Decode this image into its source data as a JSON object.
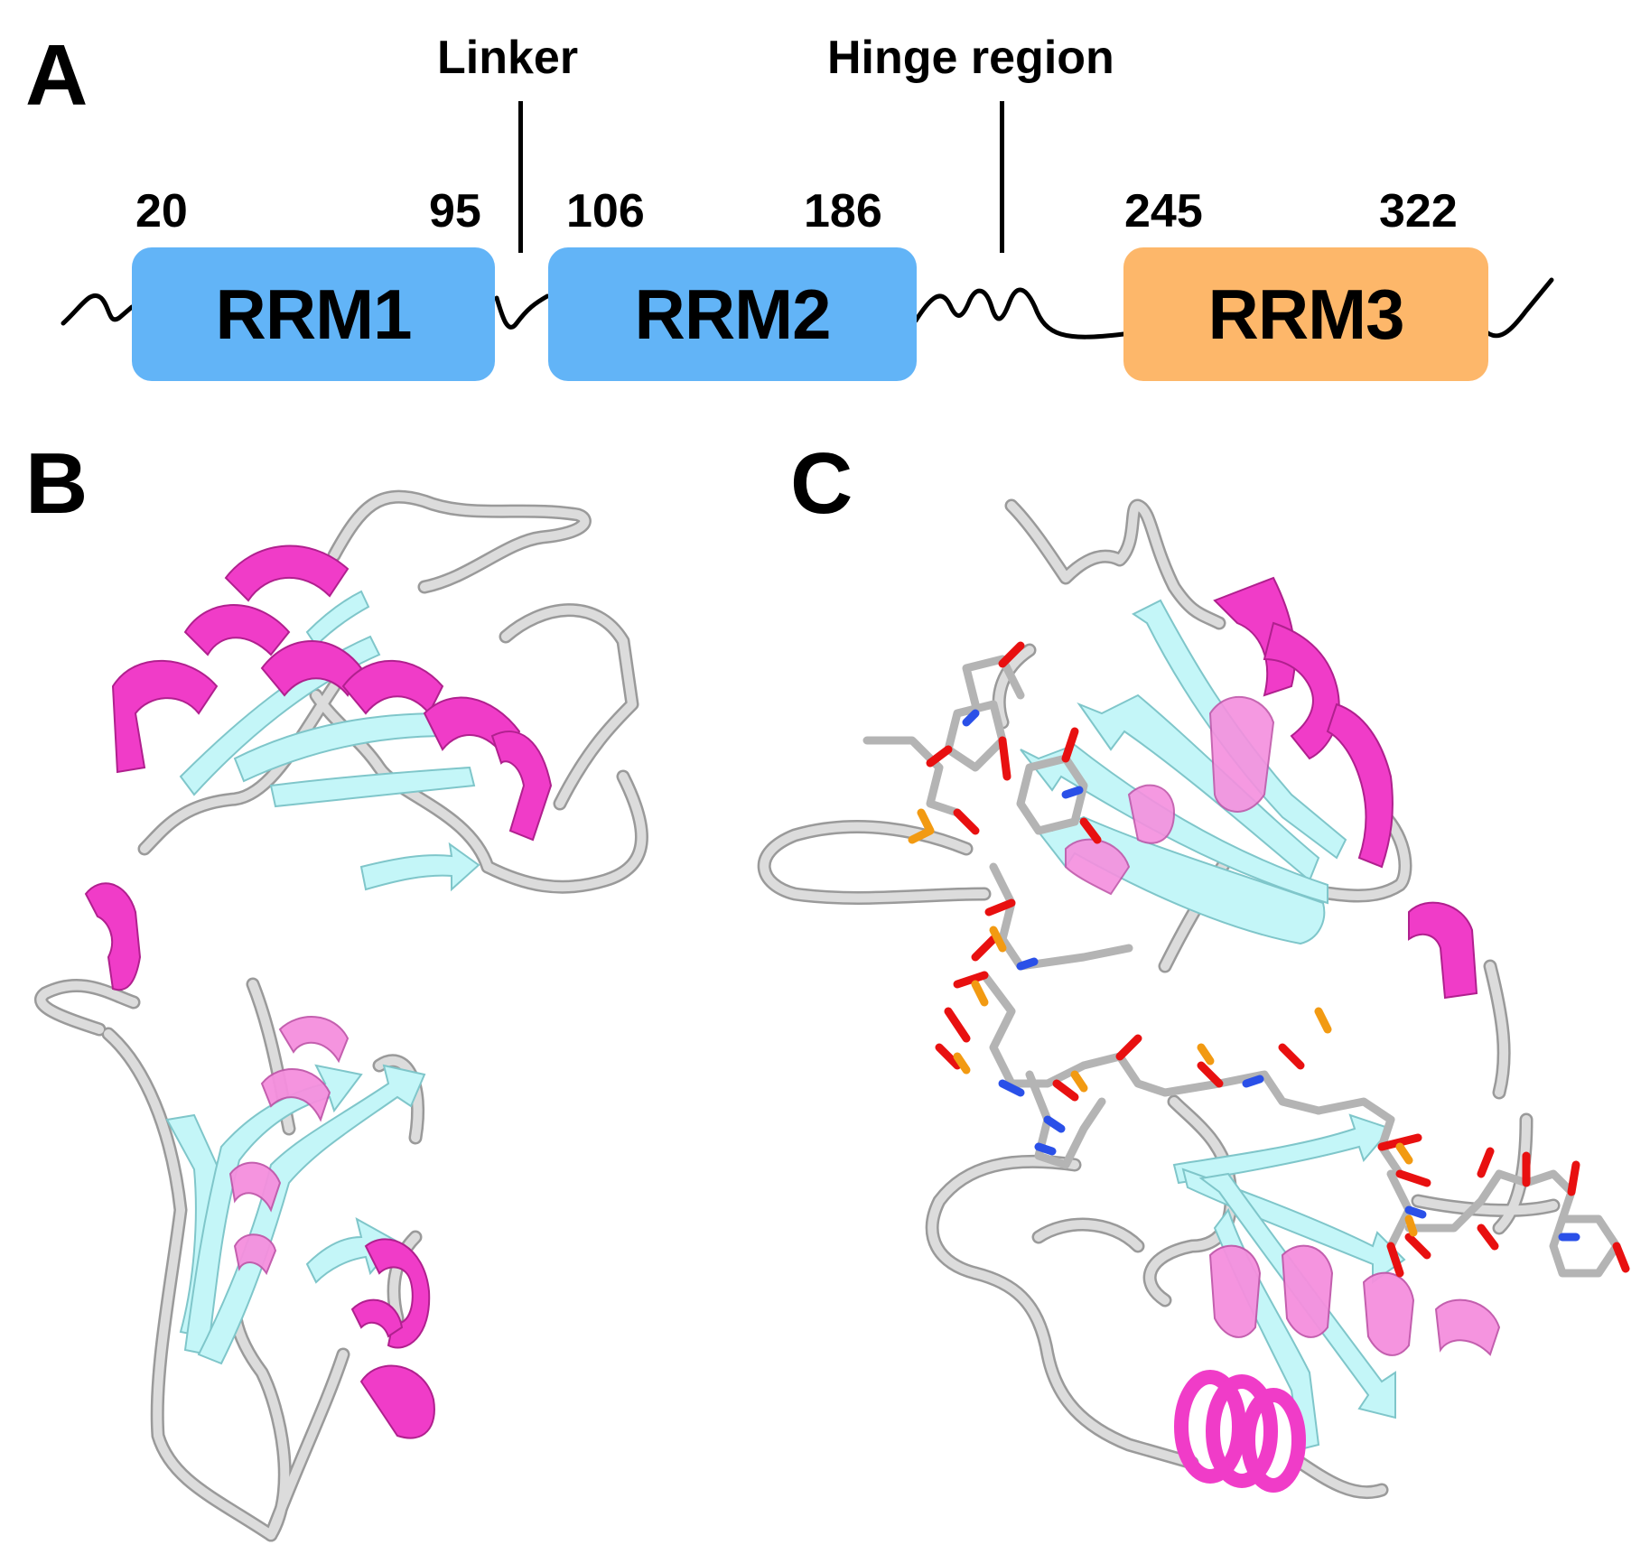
{
  "panel_a": {
    "label": "A",
    "annotations": {
      "linker": "Linker",
      "hinge": "Hinge region"
    },
    "domains": [
      {
        "name": "RRM1",
        "start": "20",
        "end": "95",
        "color": "#62b4f7"
      },
      {
        "name": "RRM2",
        "start": "106",
        "end": "186",
        "color": "#62b4f7"
      },
      {
        "name": "RRM3",
        "start": "245",
        "end": "322",
        "color": "#fdb76a"
      }
    ]
  },
  "panel_b": {
    "label": "B",
    "description": "Cartoon structure of RRM1 and RRM2 domains",
    "colors": {
      "helix": "#f03cc8",
      "strand": "#c4f6f8",
      "loop": "#dcdcdc"
    }
  },
  "panel_c": {
    "label": "C",
    "description": "Cartoon structure of tandem RRMs bound to RNA (stick model)",
    "colors": {
      "helix": "#f03cc8",
      "strand": "#c4f6f8",
      "loop": "#dcdcdc",
      "rna_carbon": "#b4b4b4",
      "rna_oxygen": "#e81010",
      "rna_nitrogen": "#2a50e8",
      "rna_phosphorus": "#f29a12"
    }
  }
}
